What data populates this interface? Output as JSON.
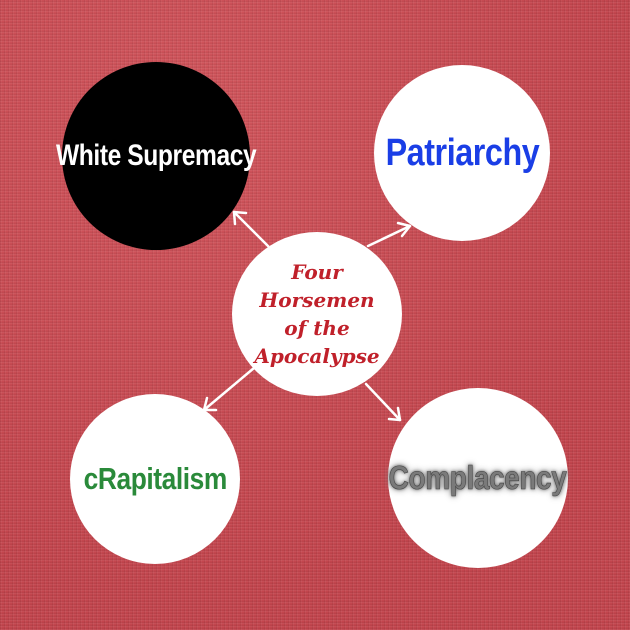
{
  "center": {
    "label": "Four Horsemen of the Apocalypse"
  },
  "nodes": {
    "white_supremacy": {
      "label": "White Supremacy"
    },
    "patriarchy": {
      "label": "Patriarchy"
    },
    "crapitalism": {
      "label": "cRapitalism"
    },
    "complacency": {
      "label": "Complacency"
    }
  },
  "colors": {
    "background": "#c94a52",
    "center_text": "#c0202a",
    "patriarchy_text": "#1a3ee6",
    "crapitalism_text": "#2a8a3a",
    "complacency_text": "#7a7a7a",
    "white_supremacy_fill": "#000000"
  }
}
